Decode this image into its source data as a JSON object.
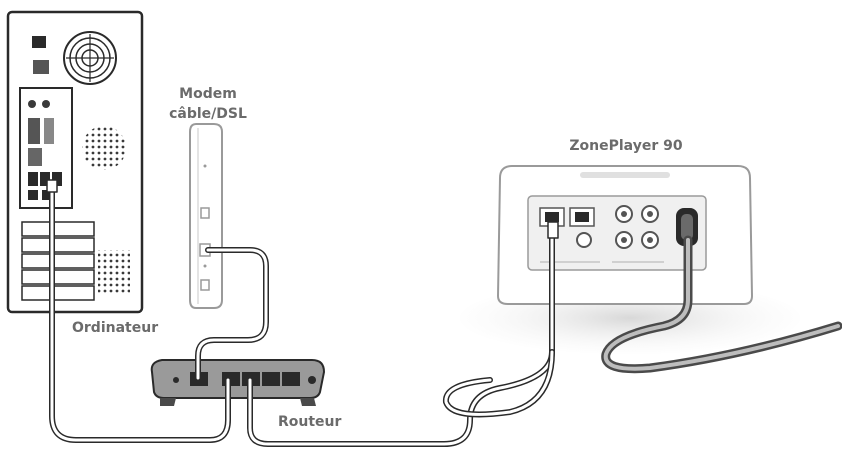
{
  "labels": {
    "modem_line1": "Modem",
    "modem_line2": "câble/DSL",
    "zoneplayer": "ZonePlayer 90",
    "computer": "Ordinateur",
    "router": "Routeur"
  },
  "colors": {
    "outline": "#2a2a2a",
    "body_gray": "#8a8a8a",
    "dark_gray": "#4a4a4a",
    "light_gray": "#e6e6e6",
    "cable_fill": "#ffffff",
    "label_text": "#6b6b6b"
  }
}
